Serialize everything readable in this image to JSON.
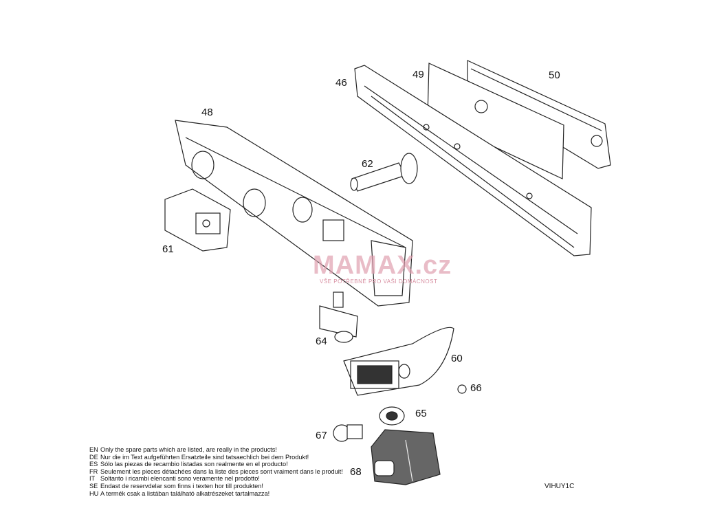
{
  "part_labels": {
    "p46": "46",
    "p49": "49",
    "p50": "50",
    "p48": "48",
    "p62": "62",
    "p61": "61",
    "p64": "64",
    "p60": "60",
    "p66": "66",
    "p65": "65",
    "p67": "67",
    "p68": "68"
  },
  "diagram_ref": "VIHUY1C",
  "notes": [
    {
      "code": "EN",
      "text": "Only the spare parts which are listed, are really in the products!"
    },
    {
      "code": "DE",
      "text": "Nur die im Text aufgeführten Ersatzteile sind tatsaechlich bei dem Produkt!"
    },
    {
      "code": "ES",
      "text": "Sólo las piezas de recambio  listadas son realmente en el producto!"
    },
    {
      "code": "FR",
      "text": "Seulement les pieces détachées dans la liste des pieces sont vraiment dans le produit!"
    },
    {
      "code": "IT",
      "text": "Soltanto i ricambi elencanti sono veramente nel prodotto!"
    },
    {
      "code": "SE",
      "text": "Endast de reservdelar som finns i texten hor till produkten!"
    },
    {
      "code": "HU",
      "text": "A termék csak a listában található alkatrészeket tartalmazza!"
    }
  ],
  "watermark": {
    "brand": "MAMAX.cz",
    "tagline": "VŠE POTŘEBNÉ PRO VAŠI DOMÁCNOST"
  }
}
